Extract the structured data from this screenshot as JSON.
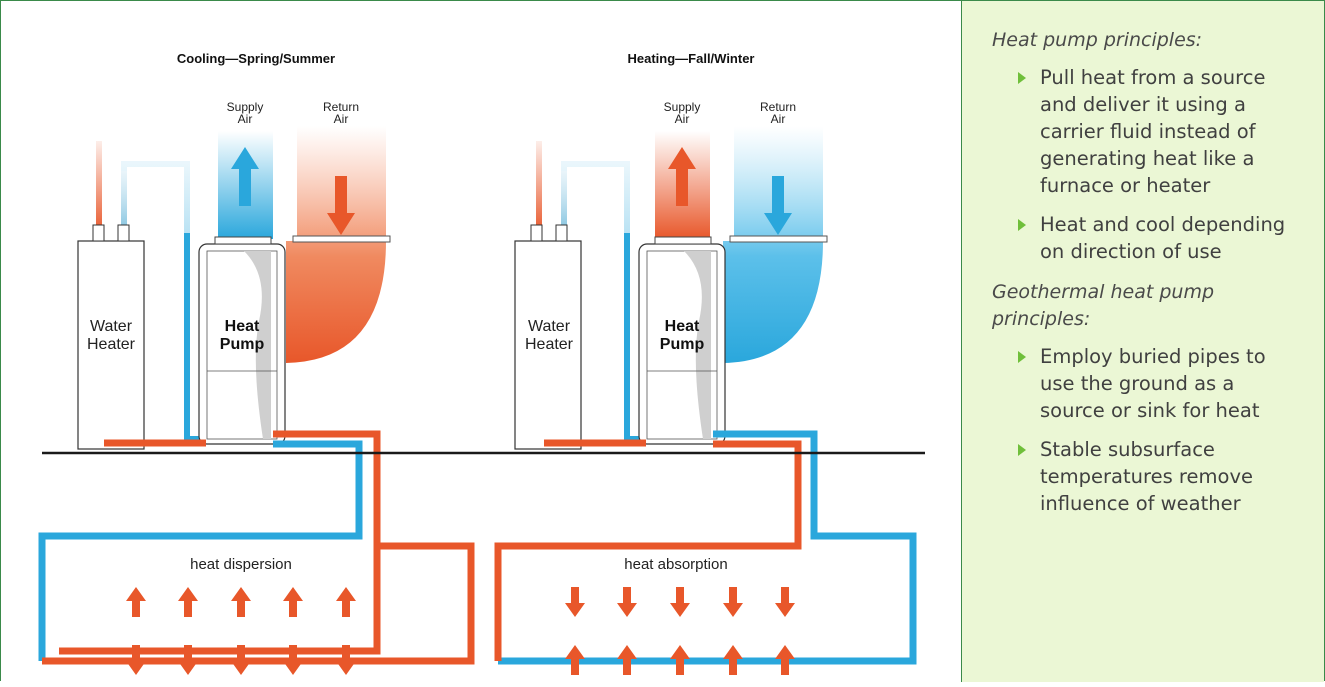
{
  "diagram": {
    "cooling": {
      "title": "Cooling—Spring/Summer",
      "supply_air": [
        "Supply",
        "Air"
      ],
      "return_air": [
        "Return",
        "Air"
      ],
      "water_heater": [
        "Water",
        "Heater"
      ],
      "heat_pump": [
        "Heat",
        "Pump"
      ],
      "loop_label": "heat dispersion",
      "arrow_direction_inside": "up",
      "arrow_direction_below": "down"
    },
    "heating": {
      "title": "Heating—Fall/Winter",
      "supply_air": [
        "Supply",
        "Air"
      ],
      "return_air": [
        "Return",
        "Air"
      ],
      "water_heater": [
        "Water",
        "Heater"
      ],
      "heat_pump": [
        "Heat",
        "Pump"
      ],
      "loop_label": "heat absorption",
      "arrow_direction_inside": "down",
      "arrow_direction_below": "up"
    },
    "colors": {
      "hot": "#e8572a",
      "cold": "#2aa7dc",
      "ground": "#1a1a1a",
      "panel_bg": "#ebf7d5",
      "bullet": "#6fbf3a"
    }
  },
  "panel": {
    "section1_title": "Heat pump principles:",
    "section1_items": [
      "Pull heat from a source and deliver it using a carrier fluid instead of generating heat like a furnace or heater",
      "Heat and cool depending on direction of use"
    ],
    "section2_title": "Geothermal heat pump principles:",
    "section2_items": [
      "Employ buried pipes to use the ground as a source or sink for heat",
      "Stable subsurface temperatures remove influence of weather"
    ]
  }
}
